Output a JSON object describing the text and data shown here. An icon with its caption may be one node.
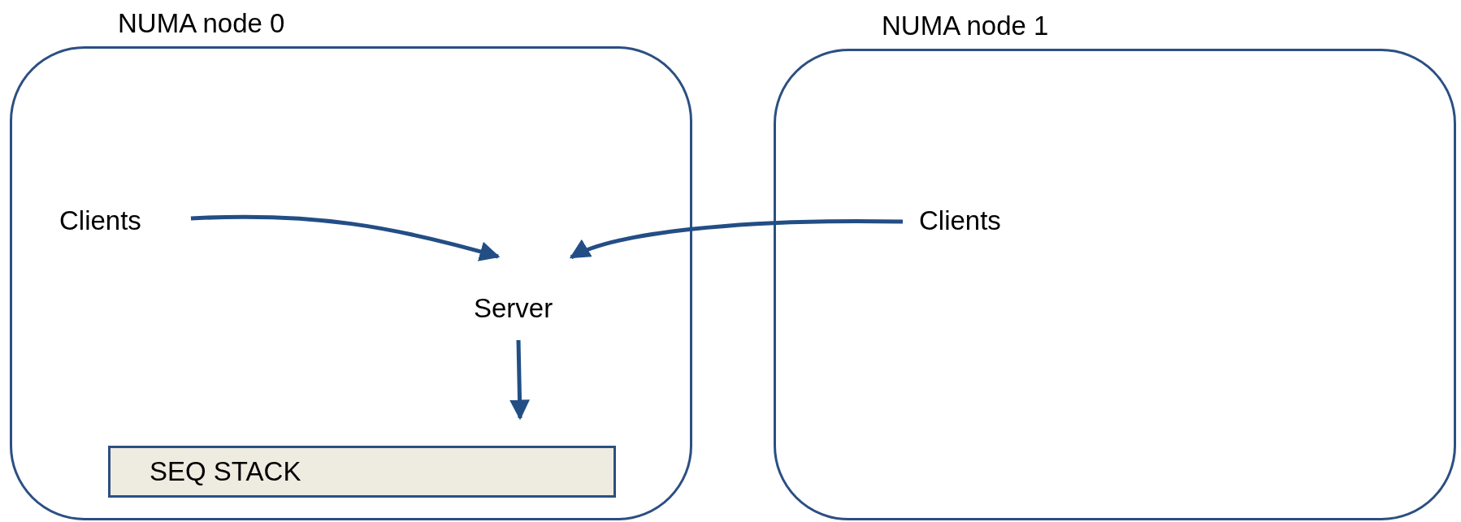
{
  "diagram": {
    "nodes": [
      {
        "text": [
          "NUMA node 0"
        ]
      },
      {
        "text": [
          "Clients"
        ],
        "in": 0
      },
      {
        "text": [
          "Server"
        ],
        "in": 0
      },
      {
        "text": [
          "SEQ STACK"
        ],
        "in": 0
      },
      {
        "text": [
          "NUMA node 1"
        ]
      },
      {
        "text": [
          "Clients"
        ],
        "in": 4
      }
    ],
    "edges": [
      {
        "from": 1,
        "to": 2,
        "arrow": "to"
      },
      {
        "from": 5,
        "to": 2,
        "arrow": "to"
      },
      {
        "from": 2,
        "to": 3,
        "arrow": "to"
      }
    ]
  }
}
